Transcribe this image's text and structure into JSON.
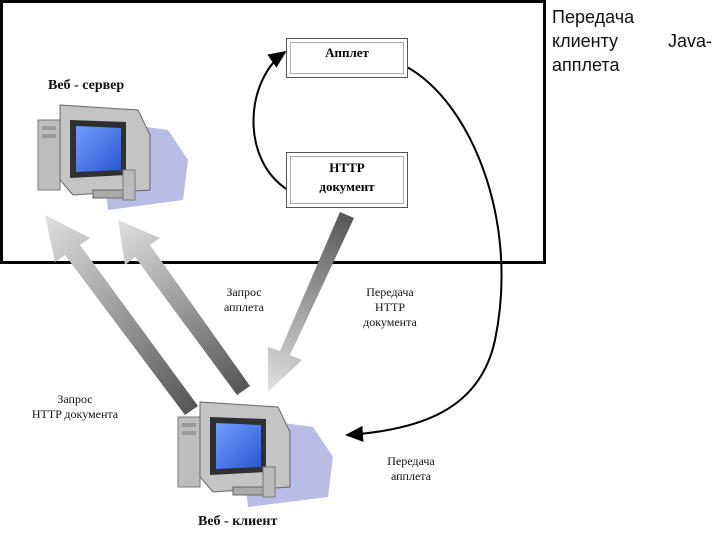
{
  "title": {
    "line1": "Передача",
    "line2a": "клиенту",
    "line2b": "Java-",
    "line3": "апплета"
  },
  "server": {
    "label": "Веб - сервер"
  },
  "client": {
    "label": "Веб - клиент"
  },
  "applet_box": {
    "label": "Апплет"
  },
  "http_box": {
    "line1": "HTTP",
    "line2": "документ"
  },
  "arrows": {
    "applet_request": {
      "line1": "Запрос",
      "line2": "апплета"
    },
    "http_transfer": {
      "line1": "Передача",
      "line2": "HTTP",
      "line3": "документа"
    },
    "http_request": {
      "line1": "Запрос",
      "line2": "HTTP документа"
    },
    "applet_transfer": {
      "line1": "Передача",
      "line2": "апплета"
    }
  },
  "colors": {
    "screen": "#3f6fe8",
    "arrow_light": "#d0d0d0",
    "arrow_dark": "#6a6a6a",
    "monitor": "#bfbfbf",
    "shadow": "#b9bde6"
  }
}
